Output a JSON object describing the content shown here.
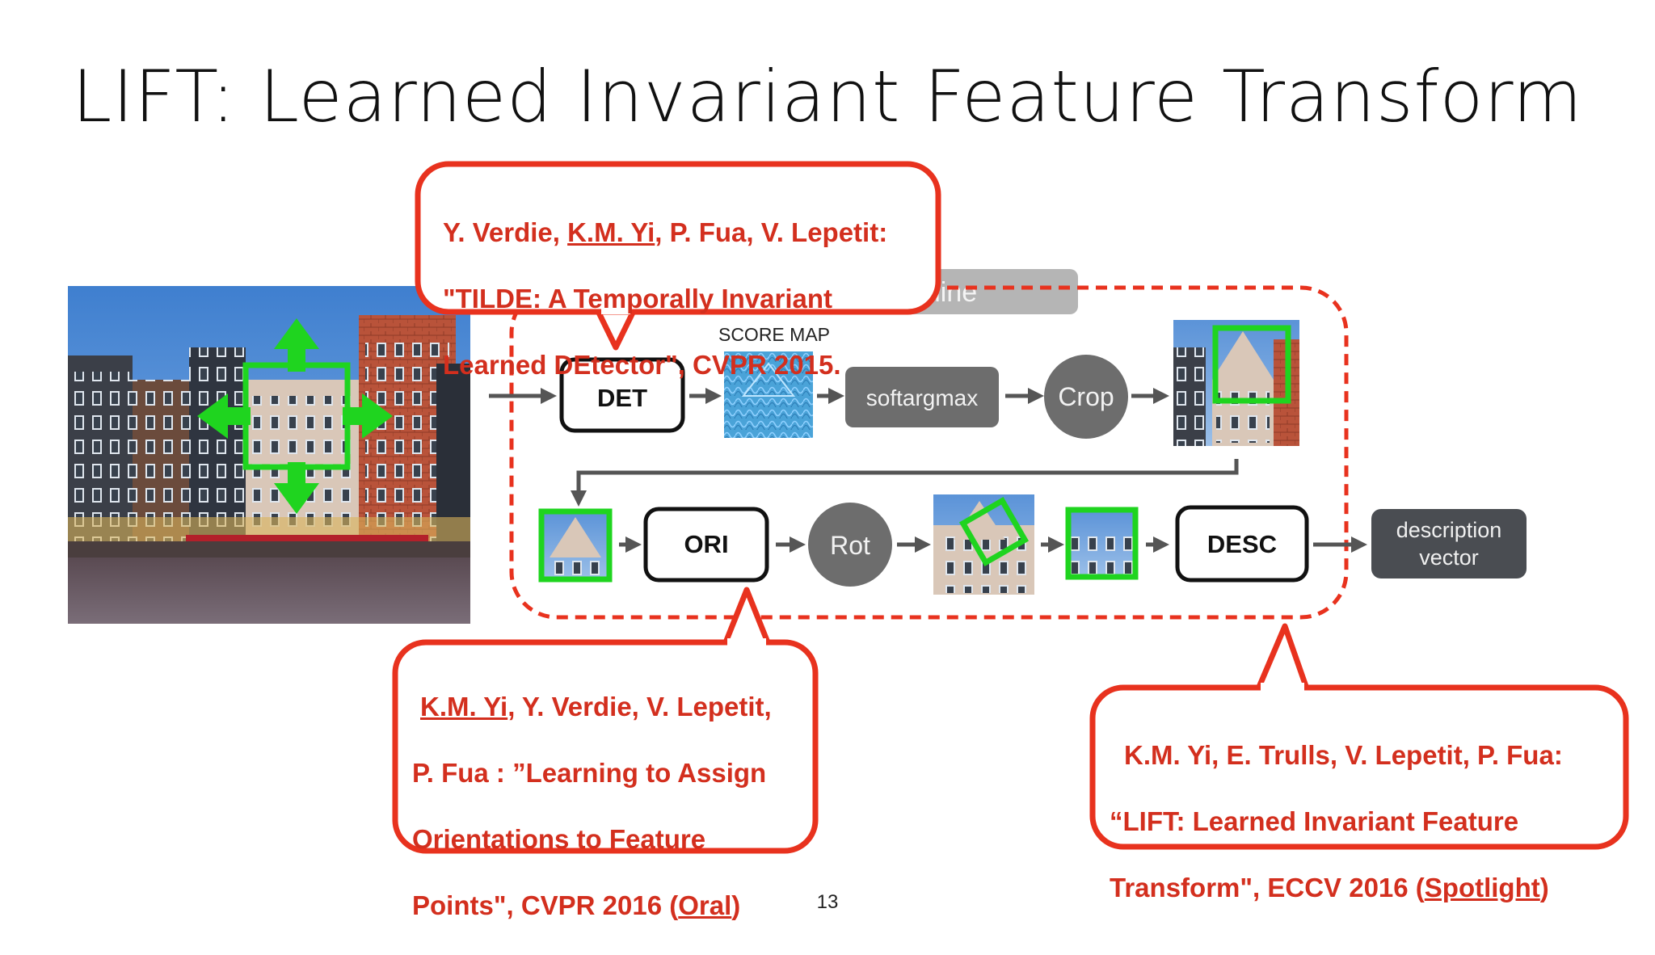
{
  "slide": {
    "title": "LIFT: Learned Invariant Feature Transform",
    "page_number": "13"
  },
  "pipeline": {
    "header_label": "ipeline",
    "score_map_label": "SCORE MAP",
    "nodes": {
      "det": "DET",
      "softargmax": "softargmax",
      "crop": "Crop",
      "ori": "ORI",
      "rot": "Rot",
      "desc": "DESC",
      "output_line1": "description",
      "output_line2": "vector"
    }
  },
  "callouts": {
    "tilde": {
      "authors_pre": "Y. Verdie, ",
      "authors_underlined": "K.M. Yi",
      "authors_post": ", P. Fua, V. Lepetit:",
      "line2": "\"TILDE: A Temporally Invariant",
      "line3": "Learned DEtector\", CVPR 2015."
    },
    "orientation": {
      "authors_underlined": "K.M. Yi",
      "authors_post": ", Y. Verdie, V. Lepetit,",
      "line2": "P. Fua : ”Learning to Assign",
      "line3": "Orientations to Feature",
      "line4_pre": "Points\", CVPR 2016 (",
      "line4_underlined": "Oral",
      "line4_post": ")"
    },
    "lift": {
      "line1": "K.M. Yi, E. Trulls, V. Lepetit, P. Fua:",
      "line2": "“LIFT: Learned Invariant Feature",
      "line3_pre": "Transform\", ECCV 2016 (",
      "line3_underlined": "Spotlight",
      "line3_post": ")"
    }
  },
  "colors": {
    "callout_red": "#e8321e",
    "callout_text": "#d32f1e",
    "patch_green": "#1fd41f",
    "gray_node": "#6d6d6d",
    "dark_node": "#4a4d52"
  }
}
